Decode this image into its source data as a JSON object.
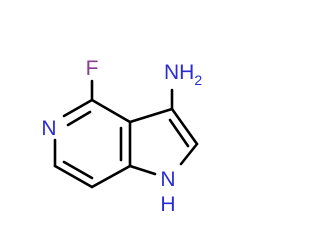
{
  "molecule": {
    "atoms": {
      "fluorine": {
        "symbol": "F"
      },
      "amine": {
        "symbol": "NH",
        "subscript": "2"
      },
      "pyridine_n": {
        "symbol": "N"
      },
      "pyrrole_n": {
        "symbol": "N"
      },
      "pyrrole_h": {
        "symbol": "H"
      }
    },
    "colors": {
      "bond": "#000000",
      "fluorine": "#8b3c96",
      "nitrogen": "#2b2bd6"
    }
  }
}
